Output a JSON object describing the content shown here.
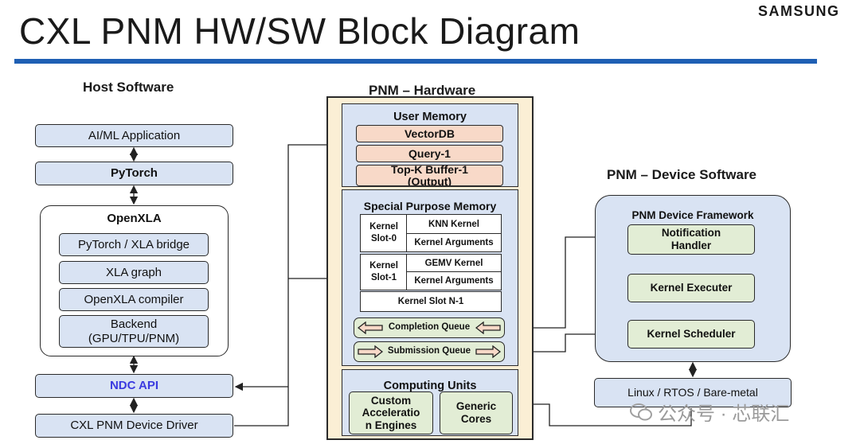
{
  "title": "CXL PNM HW/SW Block Diagram",
  "logo": "SAMSUNG",
  "host": {
    "heading": "Host Software",
    "ai_ml": "AI/ML Application",
    "pytorch": "PyTorch",
    "openxla": {
      "label": "OpenXLA",
      "bridge": "PyTorch / XLA bridge",
      "graph": "XLA graph",
      "compiler": "OpenXLA compiler",
      "backend_line1": "Backend",
      "backend_line2": "(GPU/TPU/PNM)"
    },
    "ndc_api": "NDC API",
    "driver": "CXL PNM Device Driver"
  },
  "hardware": {
    "heading": "PNM – Hardware",
    "user_memory": {
      "label": "User Memory",
      "vectordb": "VectorDB",
      "query": "Query-1",
      "topk_line1": "Top-K Buffer-1",
      "topk_line2": "(Output)"
    },
    "spm": {
      "label": "Special Purpose Memory",
      "slot0_line1": "Kernel",
      "slot0_line2": "Slot-0",
      "knn_kernel": "KNN Kernel",
      "kernel_args_0": "Kernel Arguments",
      "slot1_line1": "Kernel",
      "slot1_line2": "Slot-1",
      "gemv_kernel": "GEMV Kernel",
      "kernel_args_1": "Kernel Arguments",
      "slot_n": "Kernel  Slot N-1",
      "completion_queue": "Completion Queue",
      "submission_queue": "Submission Queue"
    },
    "compute": {
      "label": "Computing Units",
      "custom_line1": "Custom",
      "custom_line2": "Acceleratio",
      "custom_line3": "n Engines",
      "generic_line1": "Generic",
      "generic_line2": "Cores"
    }
  },
  "device_sw": {
    "heading": "PNM – Device Software",
    "framework": {
      "label": "PNM Device Framework",
      "notification_line1": "Notification",
      "notification_line2": "Handler",
      "executer": "Kernel Executer",
      "scheduler": "Kernel Scheduler"
    },
    "os": "Linux / RTOS / Bare-metal"
  },
  "watermark": "公众号 · 芯联汇",
  "colors": {
    "title_rule": "#1f5fb4",
    "host_box": "#d9e3f3",
    "user_memory_item": "#f8d9c8",
    "green_box": "#e2edd5",
    "hardware_panel": "#fbefd5",
    "framework_panel": "#d9e3f3",
    "ndc_api_text": "#3a3ae0"
  }
}
